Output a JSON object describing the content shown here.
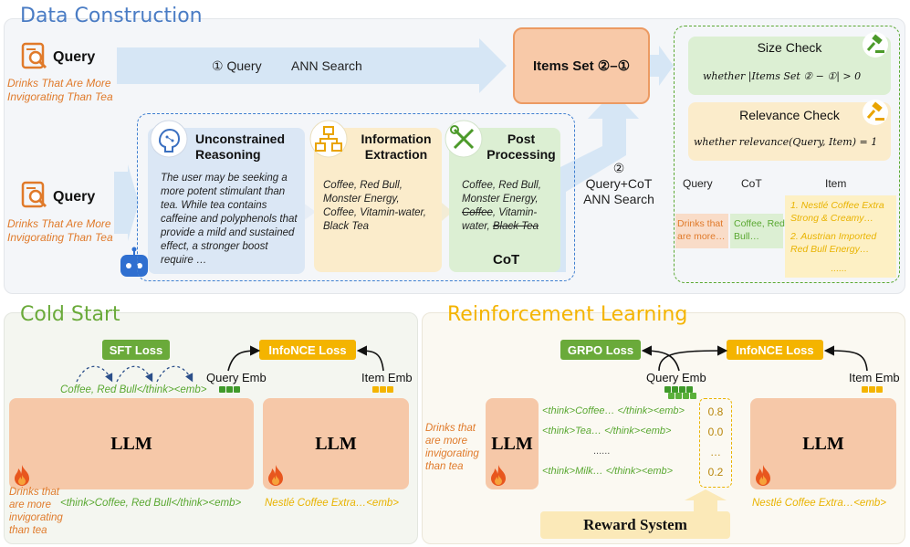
{
  "data_construction": {
    "title": "Data Construction",
    "query_label": "Query",
    "query_text": "Drinks That Are More Invigorating Than Tea",
    "step1_label": "① Query",
    "step1_method": "ANN Search",
    "items_set_label": "Items Set ②–①",
    "step2_label": "②\nQuery+CoT\nANN Search",
    "reasoning": {
      "title": "Unconstrained Reasoning",
      "text": "The user may be seeking a more potent stimulant than tea. While tea contains caffeine and polyphenols that provide a mild and sustained effect, a stronger boost require …"
    },
    "extraction": {
      "title": "Information Extraction",
      "text": "Coffee, Red Bull, Monster Energy, Coffee, Vitamin-water, Black Tea"
    },
    "post": {
      "title": "Post Processing",
      "kept1": "Coffee, Red Bull, Monster Energy,",
      "struck1": "Coffee",
      "kept2": ", Vitamin-water,",
      "struck2": "Black Tea",
      "cot_label": "CoT"
    },
    "size_check": {
      "title": "Size Check",
      "formula": "whether |Items Set ② − ①| > 0"
    },
    "relevance_check": {
      "title": "Relevance Check",
      "formula": "whether relevance(Query, Item) = 1"
    },
    "table": {
      "headers": [
        "Query",
        "CoT",
        "Item"
      ],
      "query_cell": "Drinks that are more…",
      "cot_cell": "Coffee, Red Bull…",
      "item_cells": [
        "1. Nestlé Coffee Extra Strong & Creamy…",
        "2. Austrian Imported Red Bull Energy…",
        "......"
      ]
    }
  },
  "cold_start": {
    "title": "Cold Start",
    "sft_loss": "SFT Loss",
    "infonce_loss": "InfoNCE Loss",
    "query_emb": "Query Emb",
    "item_emb": "Item Emb",
    "gen_text": "Coffee, Red Bull</think><emb>",
    "llm_label": "LLM",
    "input_query": "Drinks that are more invigorating than tea",
    "input_seq": "<think>Coffee, Red Bull</think><emb>",
    "item_text": "Nestlé Coffee Extra…<emb>"
  },
  "rl": {
    "title": "Reinforcement Learning",
    "grpo_loss": "GRPO Loss",
    "infonce_loss": "InfoNCE Loss",
    "query_emb": "Query Emb",
    "item_emb": "Item Emb",
    "llm_label": "LLM",
    "input_query": "Drinks that are more invigorating than tea",
    "rollouts": [
      {
        "text": "<think>Coffee… </think><emb>",
        "reward": "0.8"
      },
      {
        "text": "<think>Tea… </think><emb>",
        "reward": "0.0"
      },
      {
        "text": "......",
        "reward": "…"
      },
      {
        "text": "<think>Milk… </think><emb>",
        "reward": "0.2"
      }
    ],
    "reward_system": "Reward System",
    "item_text": "Nestlé Coffee Extra…<emb>"
  },
  "colors": {
    "orange_text": "#e07a2a",
    "green_text": "#5aa832",
    "yellow_text": "#e9b300",
    "blue_title": "#4a7cc4",
    "llm_fill": "#f6c8a8",
    "sft_green": "#6aaa3a",
    "infonce_yellow": "#f4b400"
  }
}
